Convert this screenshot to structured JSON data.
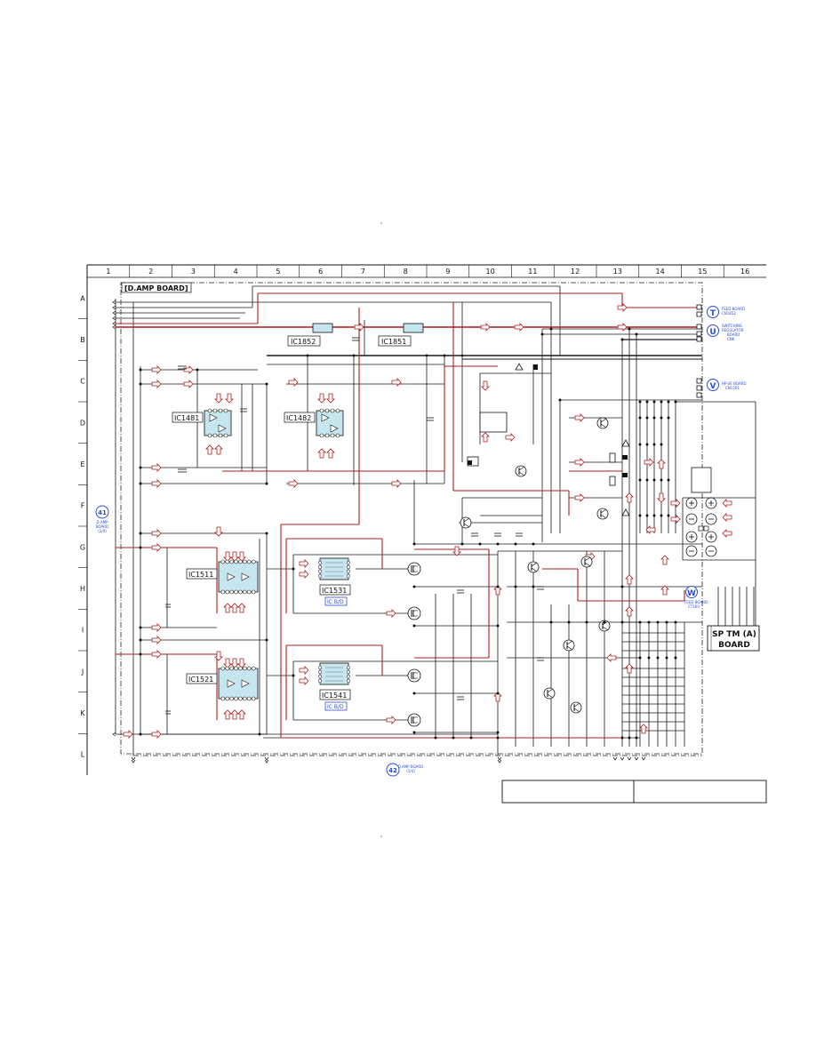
{
  "board": {
    "title": "[D.AMP BOARD]",
    "sp_board_line1": "SP TM (A)",
    "sp_board_line2": "BOARD"
  },
  "grid": {
    "columns": [
      "1",
      "2",
      "3",
      "4",
      "5",
      "6",
      "7",
      "8",
      "9",
      "10",
      "11",
      "12",
      "13",
      "14",
      "15",
      "16"
    ],
    "rows": [
      "A",
      "B",
      "C",
      "D",
      "E",
      "F",
      "G",
      "H",
      "I",
      "J",
      "K",
      "L"
    ]
  },
  "ics": {
    "ic1852": "IC1852",
    "ic1851": "IC1851",
    "ic1481": "IC1481",
    "ic1482": "IC1482",
    "ic1511": "IC1511",
    "ic1531": "IC1531",
    "ic1521": "IC1521",
    "ic1541": "IC1541",
    "ic1531_tag": "IC B/D",
    "ic1541_tag": "IC B/D"
  },
  "connectors": {
    "t": {
      "letter": "T",
      "text": [
        "FEED BOARD",
        "CN1652"
      ]
    },
    "u": {
      "letter": "U",
      "text": [
        "SWITCHING",
        "REGULATOR",
        "BOARD",
        "CN6"
      ]
    },
    "v": {
      "letter": "V",
      "text": [
        "HP-VE BOARD",
        "CN1201"
      ]
    },
    "w": {
      "letter": "W",
      "text": [
        "FEED BOARD",
        "CT160"
      ]
    },
    "n41": {
      "letter": "41",
      "text": [
        "D.AMP",
        "BOARD",
        "(2/4)"
      ]
    },
    "n42": {
      "letter": "42",
      "text": [
        "D.AMP BOARD",
        "(3/4)"
      ]
    }
  },
  "colors": {
    "signal_red": "#b01c1c",
    "ic_fill": "#c5e6ee",
    "tag_fill": "#2a4fd0",
    "ink": "#111111"
  }
}
